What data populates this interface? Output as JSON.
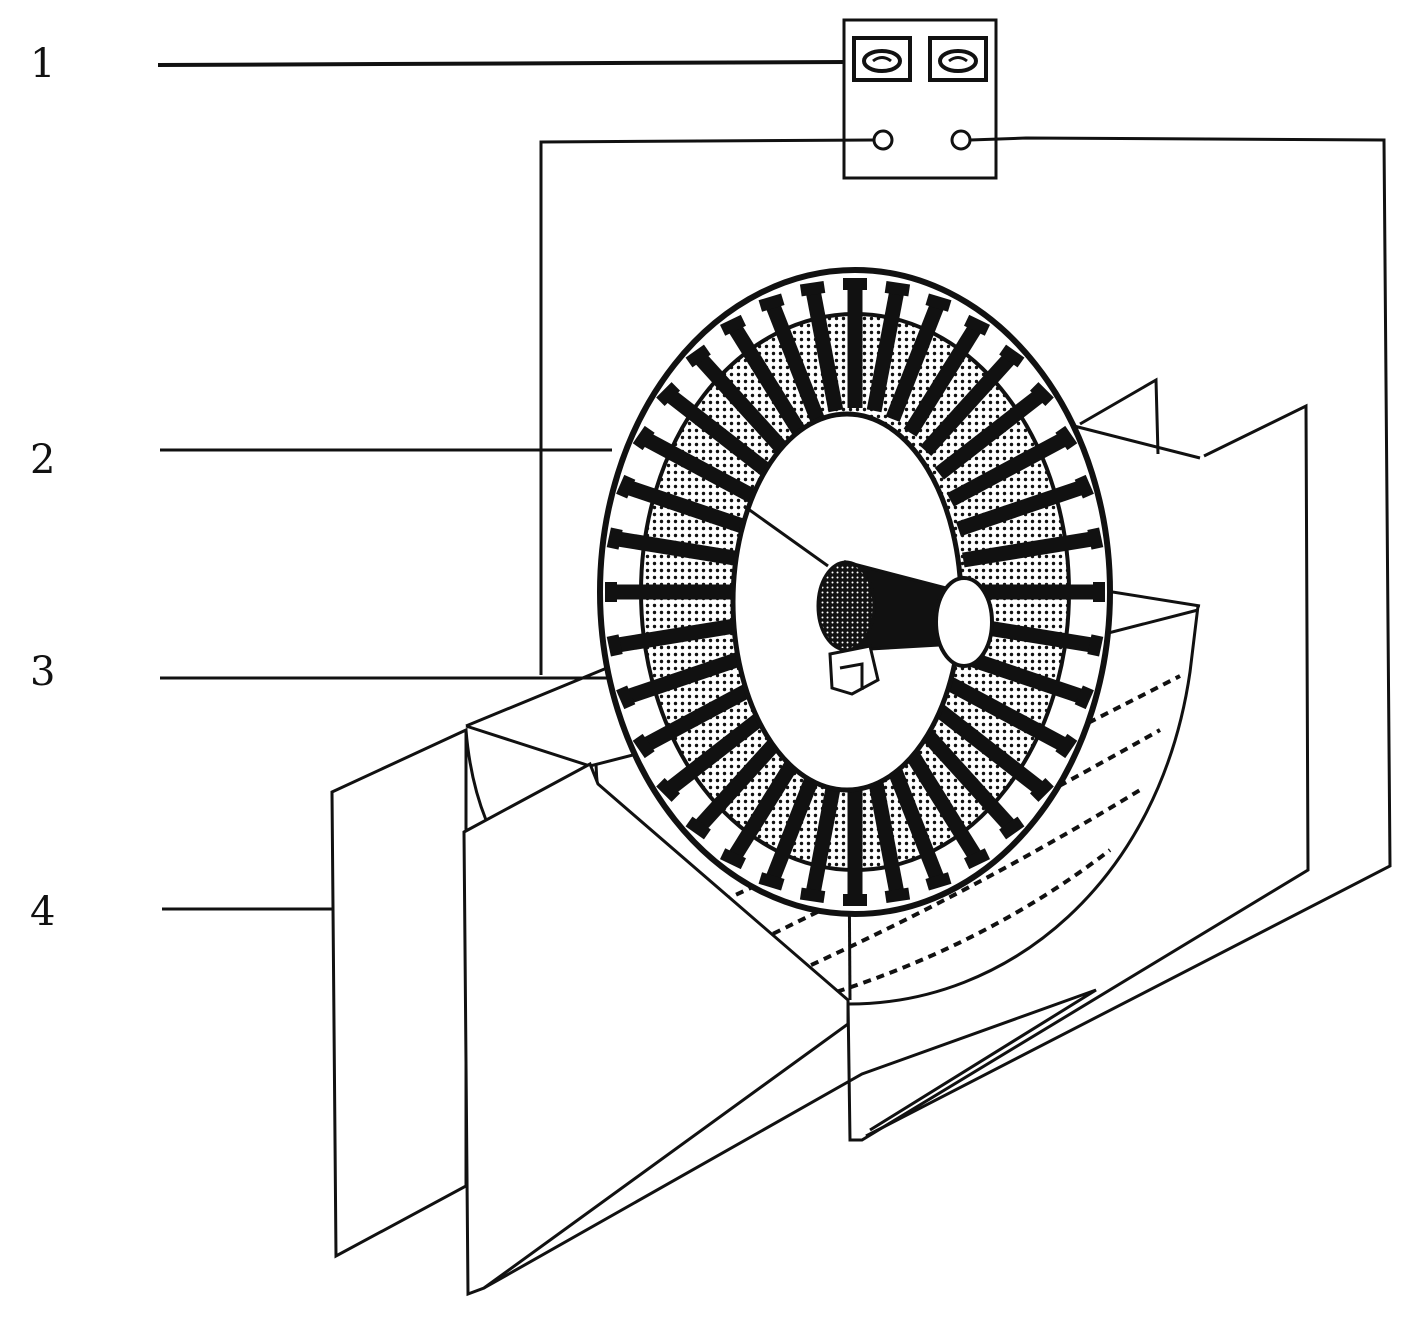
{
  "callouts": [
    {
      "id": "1",
      "text": "1"
    },
    {
      "id": "2",
      "text": "2"
    },
    {
      "id": "3",
      "text": "3"
    },
    {
      "id": "4",
      "text": "4"
    }
  ],
  "colors": {
    "ink": "#111111",
    "paper": "#ffffff"
  },
  "components": {
    "toroid_segment_count": 36
  }
}
